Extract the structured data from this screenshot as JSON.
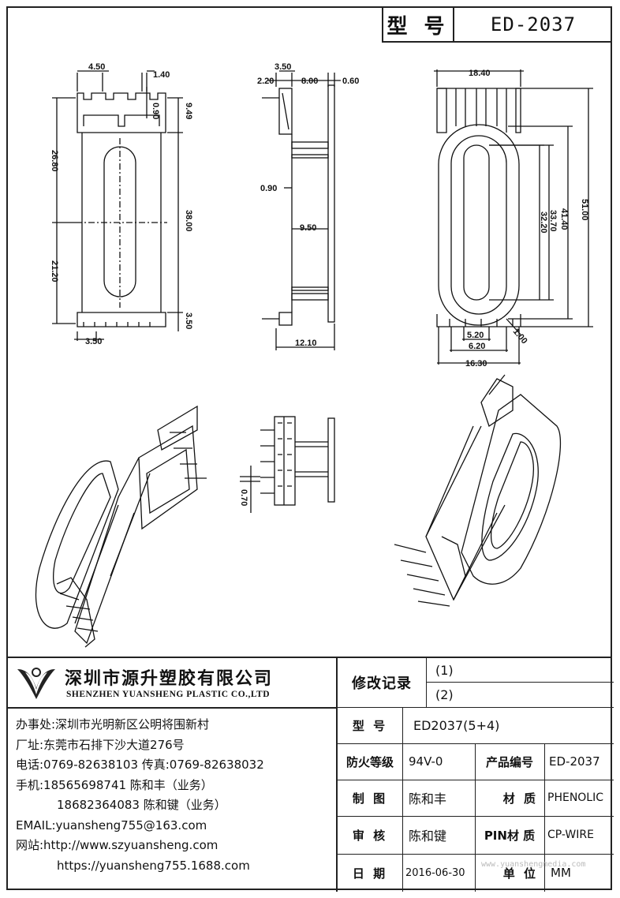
{
  "title": {
    "label": "型 号",
    "model": "ED-2037"
  },
  "dimensions": {
    "front": [
      "4.50",
      "1.40",
      "0.90",
      "9.49",
      "26.80",
      "38.00",
      "21.20",
      "3.50",
      "3.50"
    ],
    "side": [
      "3.50",
      "2.20",
      "8.00",
      "0.60",
      "0.90",
      "9.50",
      "12.10"
    ],
    "back": [
      "18.40",
      "51.00",
      "41.40",
      "33.70",
      "32.20",
      "5.20",
      "6.20",
      "1.00",
      "16.30"
    ],
    "pin": "0.70"
  },
  "company": {
    "name_cn": "深圳市源升塑胶有限公司",
    "name_en": "SHENZHEN YUANSHENG PLASTIC CO.,LTD"
  },
  "contact": [
    "办事处:深圳市光明新区公明将围新村",
    "厂址:东莞市石排下沙大道276号",
    "电话:0769-82638103 传真:0769-82638032",
    "手机:18565698741 陈和丰（业务）",
    "18682364083 陈和键（业务）",
    "EMAIL:yuansheng755@163.com",
    "网站:http://www.szyuansheng.com",
    "https://yuansheng755.1688.com"
  ],
  "spec": {
    "revision_label": "修改记录",
    "revisions": [
      "(1)",
      "(2)"
    ],
    "model_label": "型 号",
    "model_value": "ED2037(5+4)",
    "fire_label": "防火等级",
    "fire_value": "94V-0",
    "product_no_label": "产品编号",
    "product_no_value": "ED-2037",
    "drafter_label": "制 图",
    "drafter_value": "陈和丰",
    "material_label": "材 质",
    "material_value": "PHENOLIC",
    "reviewer_label": "审 核",
    "reviewer_value": "陈和键",
    "pin_material_label": "PIN材 质",
    "pin_material_value": "CP-WIRE",
    "date_label": "日 期",
    "date_value": "2016-06-30",
    "unit_label": "单 位",
    "unit_value": "MM"
  },
  "watermark": "www.yuanshengmedia.com"
}
